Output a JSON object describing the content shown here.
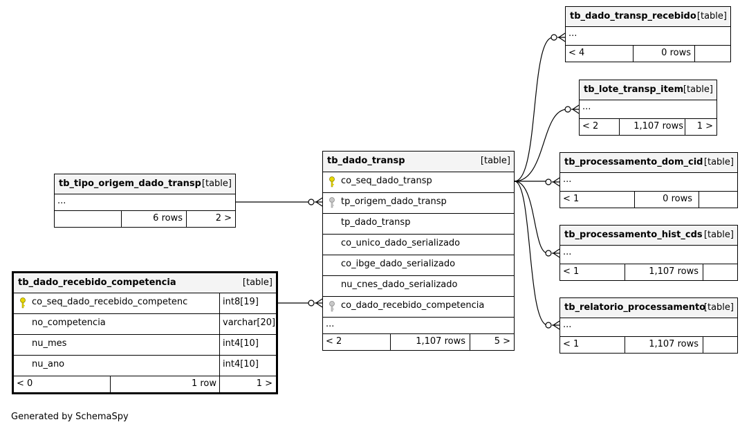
{
  "tables": {
    "tb_dado_transp_recebido": {
      "name": "tb_dado_transp_recebido",
      "kind": "[table]",
      "ellipsis": "...",
      "parents": "< 4",
      "rows": "0 rows",
      "children": ""
    },
    "tb_lote_transp_item": {
      "name": "tb_lote_transp_item",
      "kind": "[table]",
      "ellipsis": "...",
      "parents": "< 2",
      "rows": "1,107 rows",
      "children": "1 >"
    },
    "tb_processamento_dom_cid": {
      "name": "tb_processamento_dom_cid",
      "kind": "[table]",
      "ellipsis": "...",
      "parents": "< 1",
      "rows": "0 rows",
      "children": ""
    },
    "tb_processamento_hist_cds": {
      "name": "tb_processamento_hist_cds",
      "kind": "[table]",
      "ellipsis": "...",
      "parents": "< 1",
      "rows": "1,107 rows",
      "children": ""
    },
    "tb_relatorio_processamento": {
      "name": "tb_relatorio_processamento",
      "kind": "[table]",
      "ellipsis": "...",
      "parents": "< 1",
      "rows": "1,107 rows",
      "children": ""
    },
    "tb_tipo_origem_dado_transp": {
      "name": "tb_tipo_origem_dado_transp",
      "kind": "[table]",
      "ellipsis": "...",
      "parents": "",
      "rows": "6 rows",
      "children": "2 >"
    },
    "tb_dado_transp": {
      "name": "tb_dado_transp",
      "kind": "[table]",
      "columns": [
        "co_seq_dado_transp",
        "tp_origem_dado_transp",
        "tp_dado_transp",
        "co_unico_dado_serializado",
        "co_ibge_dado_serializado",
        "nu_cnes_dado_serializado",
        "co_dado_recebido_competencia"
      ],
      "ellipsis": "...",
      "parents": "< 2",
      "rows": "1,107 rows",
      "children": "5 >"
    },
    "tb_dado_recebido_competencia": {
      "name": "tb_dado_recebido_competencia",
      "kind": "[table]",
      "columns": [
        {
          "name": "co_seq_dado_recebido_competenc",
          "type": "int8[19]"
        },
        {
          "name": "no_competencia",
          "type": "varchar[20]"
        },
        {
          "name": "nu_mes",
          "type": "int4[10]"
        },
        {
          "name": "nu_ano",
          "type": "int4[10]"
        }
      ],
      "parents": "< 0",
      "rows": "1 row",
      "children": "1 >"
    }
  },
  "colors": {
    "primary_key": "#e8d800",
    "foreign_key": "#b0b0b0",
    "header_bg": "#f4f4f4"
  },
  "footer": {
    "generated": "Generated by SchemaSpy"
  }
}
